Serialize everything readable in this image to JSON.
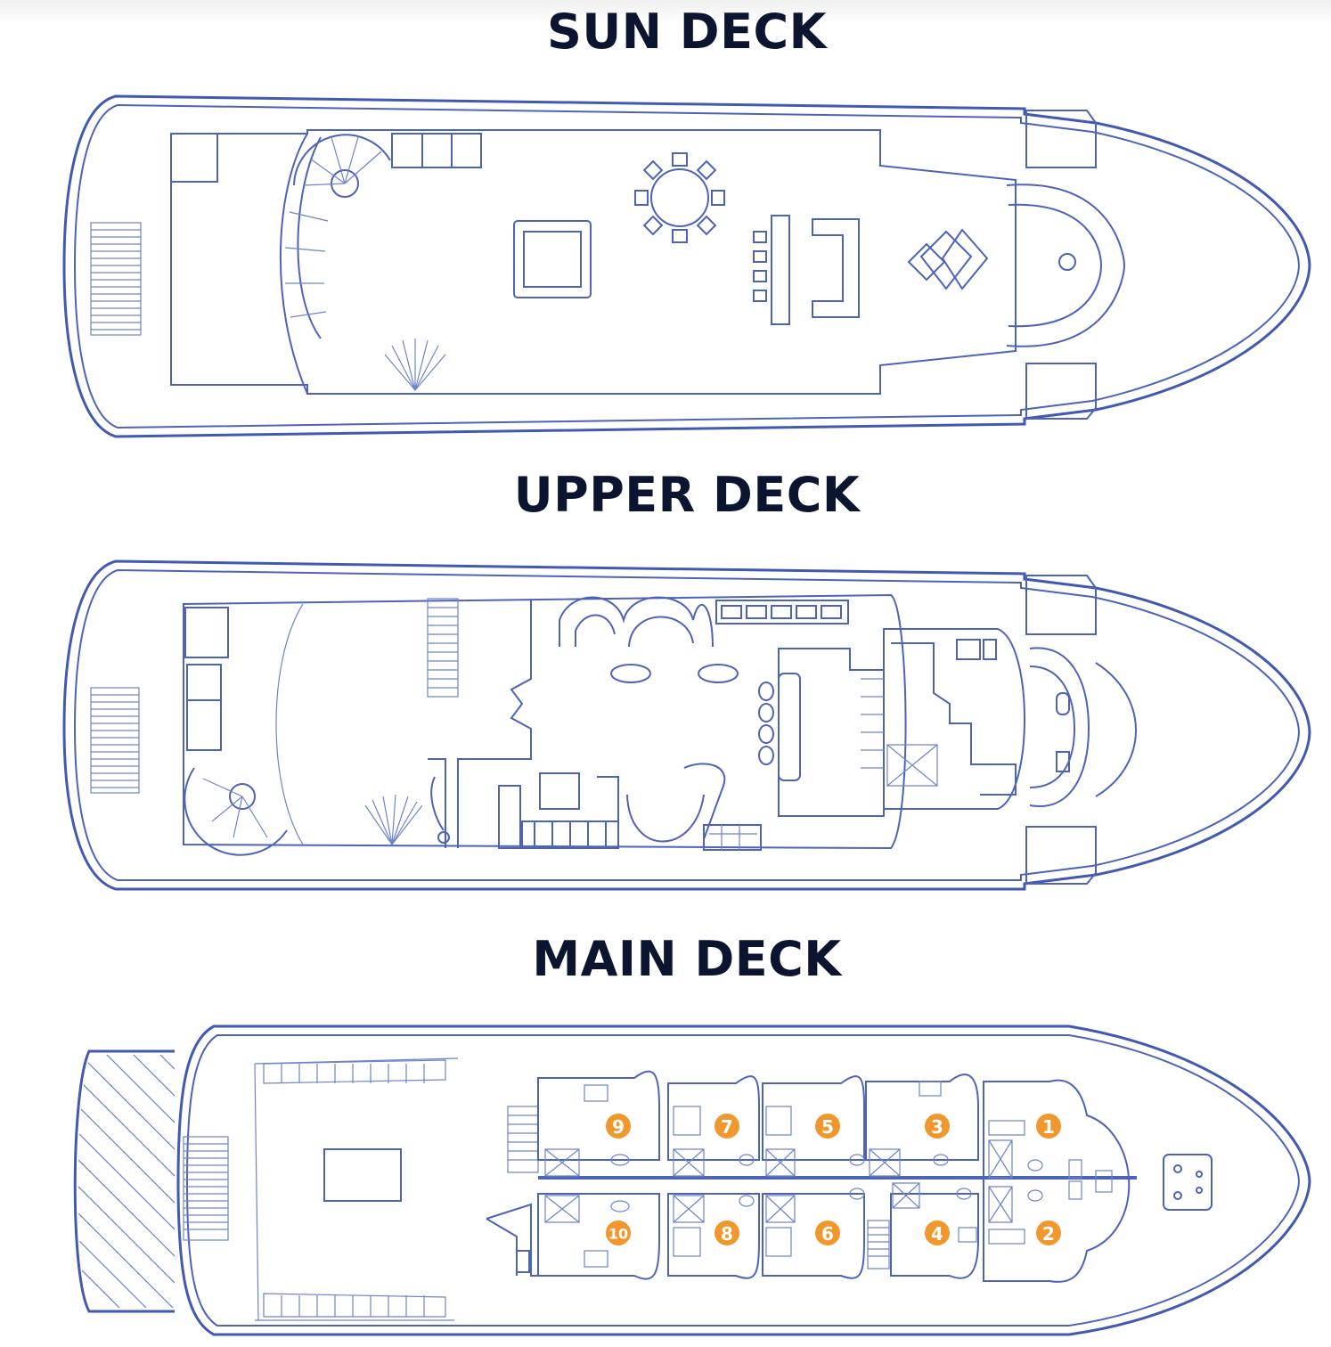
{
  "decks": {
    "sun": {
      "title": "SUN DECK"
    },
    "upper": {
      "title": "UPPER DECK"
    },
    "main": {
      "title": "MAIN DECK"
    }
  },
  "cabins": [
    "1",
    "2",
    "3",
    "4",
    "5",
    "6",
    "7",
    "8",
    "9",
    "10"
  ],
  "colors": {
    "line": "#4d63b8",
    "title": "#0b1530",
    "cabin_badge": "#f0982d"
  }
}
